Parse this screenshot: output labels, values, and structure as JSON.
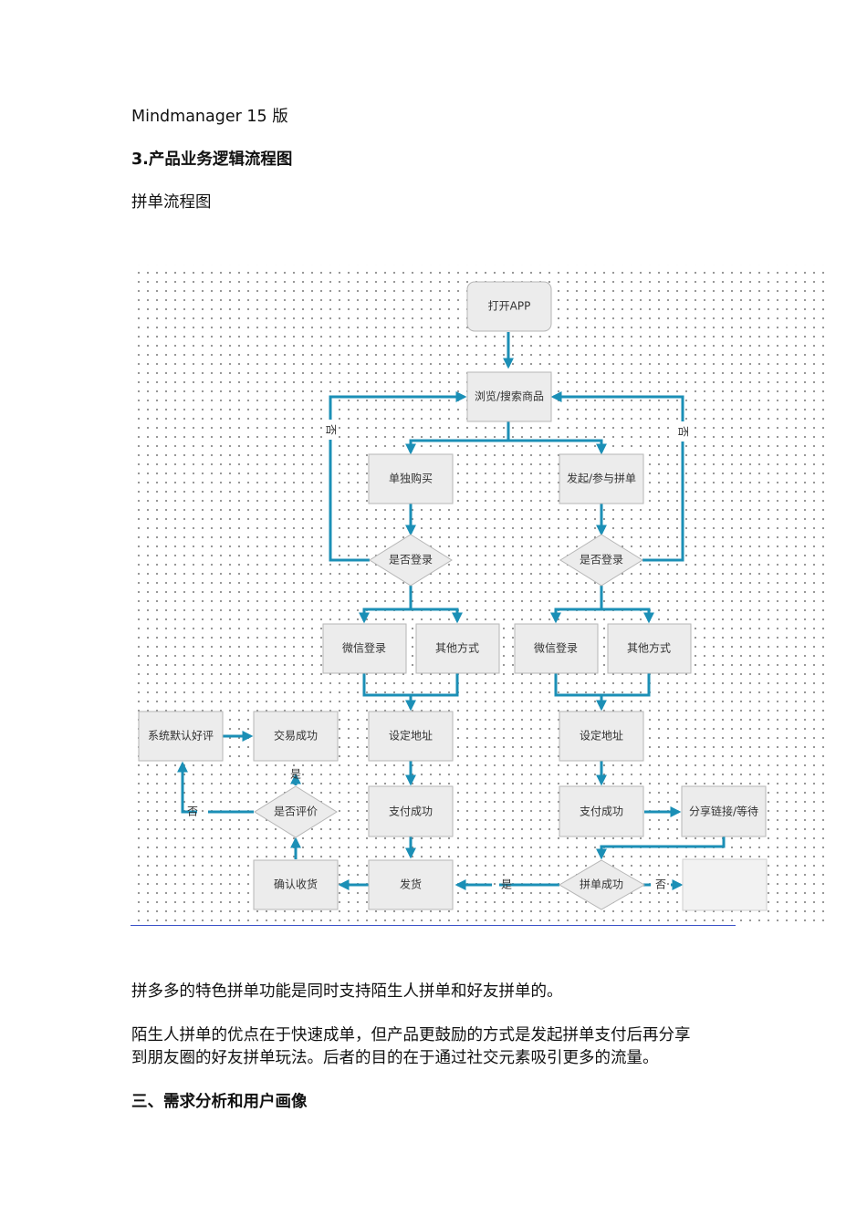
{
  "doc": {
    "line1": "Mindmanager 15 版",
    "heading": "3.产品业务逻辑流程图",
    "subheading": "拼单流程图",
    "para1": "拼多多的特色拼单功能是同时支持陌生人拼单和好友拼单的。",
    "para2_line1": "陌生人拼单的优点在于快速成单，但产品更鼓励的方式是发起拼单支付后再分享",
    "para2_line2": "到朋友圈的好友拼单玩法。后者的目的在于通过社交元素吸引更多的流量。",
    "section": "三、需求分析和用户画像"
  },
  "flow": {
    "open_app": "打开APP",
    "browse": "浏览/搜索商品",
    "buy_alone": "单独购买",
    "group_buy": "发起/参与拼单",
    "login_check": "是否登录",
    "wechat_login": "微信登录",
    "other_method": "其他方式",
    "set_address": "设定地址",
    "pay_success": "支付成功",
    "share_wait": "分享链接/等待",
    "group_success": "拼单成功",
    "ship": "发货",
    "confirm_receipt": "确认收货",
    "review_check": "是否评价",
    "trade_success": "交易成功",
    "default_review": "系统默认好评",
    "yes": "是",
    "no": "否"
  }
}
